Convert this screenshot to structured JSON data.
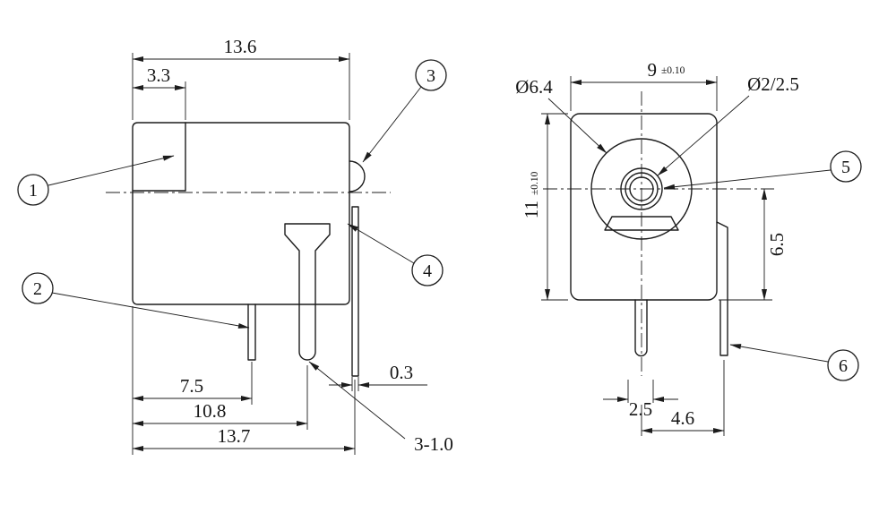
{
  "balloons": {
    "b1": "1",
    "b2": "2",
    "b3": "3",
    "b4": "4",
    "b5": "5",
    "b6": "6"
  },
  "side_view": {
    "dim_body_length": "13.6",
    "dim_front_step": "3.3",
    "dim_pin1_offset": "7.5",
    "dim_pin2_offset": "10.8",
    "dim_overall_length": "13.7",
    "dim_lug_thickness": "0.3",
    "dim_center_pins": "3-1.0"
  },
  "front_view": {
    "dim_width": "9",
    "dim_width_tol": "±0.10",
    "dim_barrel_dia": "Ø6.4",
    "dim_pin_dia": "Ø2/2.5",
    "dim_height": "11",
    "dim_height_tol": "±0.10",
    "dim_center_to_base": "6.5",
    "dim_pin_width": "2.5",
    "dim_pin_spacing": "4.6"
  }
}
